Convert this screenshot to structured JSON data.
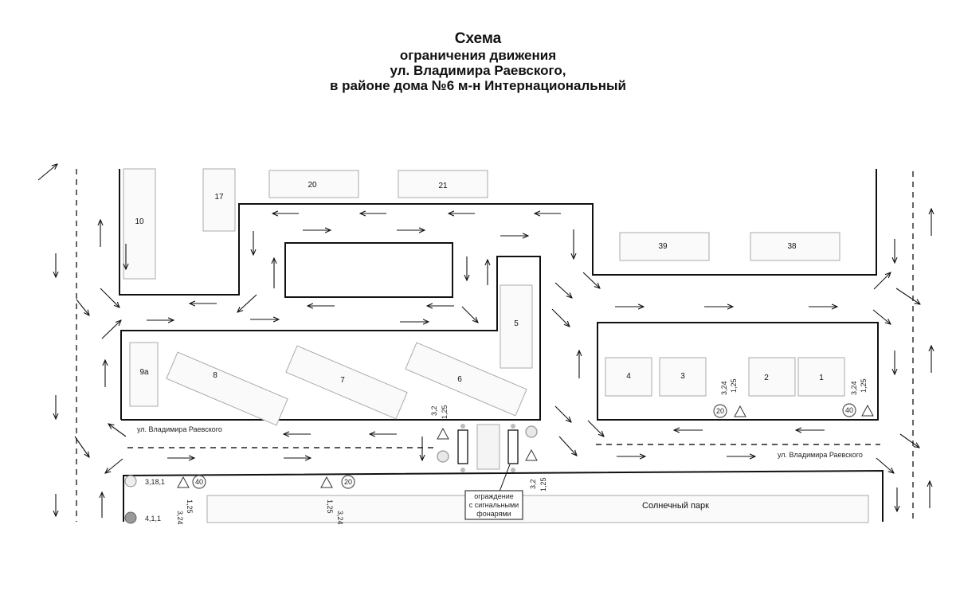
{
  "title": {
    "line1": "Схема",
    "line2": "ограничения движения",
    "line3": "ул. Владимира Раевского,",
    "line4": "в районе дома №6 м-н Интернациональный"
  },
  "buildings": {
    "b10": "10",
    "b17": "17",
    "b20": "20",
    "b21": "21",
    "b39": "39",
    "b38": "38",
    "b5": "5",
    "b9a": "9а",
    "b8": "8",
    "b7": "7",
    "b6": "6",
    "b4": "4",
    "b3": "3",
    "b2": "2",
    "b1": "1"
  },
  "streets": {
    "left_label": "ул. Владимира Раевского",
    "right_label": "ул. Владимира Раевского",
    "park": "Солнечный парк"
  },
  "signs": {
    "speed_20": "20",
    "speed_40": "40",
    "code_324": "3,24",
    "code_125": "1,25",
    "code_32": "3,2",
    "code_3181": "3,18,1",
    "code_411": "4,1,1"
  },
  "fence_note": {
    "line1": "ограждение",
    "line2": "с сигнальными",
    "line3": "фонарями"
  },
  "icons": [
    "traffic-arrow-icon",
    "speed-limit-sign-icon",
    "roadworks-warning-sign-icon",
    "no-left-turn-sign-icon",
    "straight-only-sign-icon",
    "signal-lamp-icon"
  ]
}
